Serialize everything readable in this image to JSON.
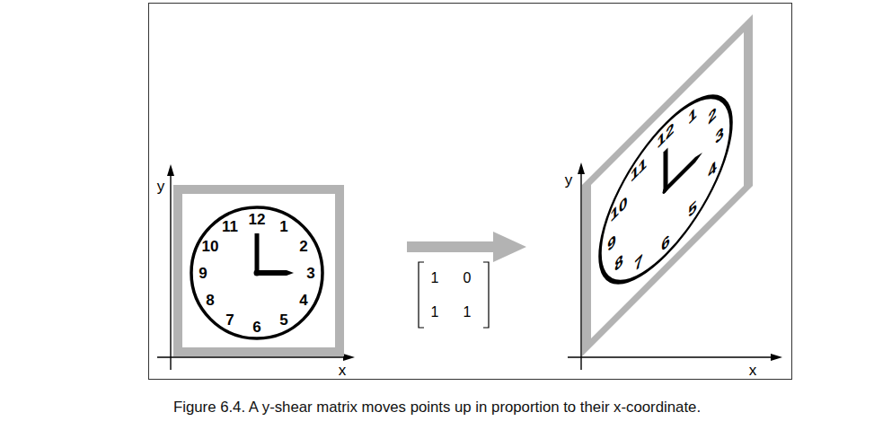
{
  "diagram": {
    "caption": "Figure 6.4. A y-shear matrix moves points up in proportion to their x-coordinate.",
    "nodes": [
      {
        "text": [
          "12",
          "1",
          "2",
          "3",
          "4",
          "5",
          "6",
          "7",
          "8",
          "9",
          "10",
          "11"
        ]
      },
      {
        "text": [
          "12",
          "1",
          "2",
          "3",
          "4",
          "5",
          "6",
          "7",
          "8",
          "9",
          "10",
          "11"
        ]
      }
    ],
    "labels": [
      "y",
      "x",
      "1",
      "0",
      "1",
      "1",
      "y",
      "x"
    ]
  }
}
